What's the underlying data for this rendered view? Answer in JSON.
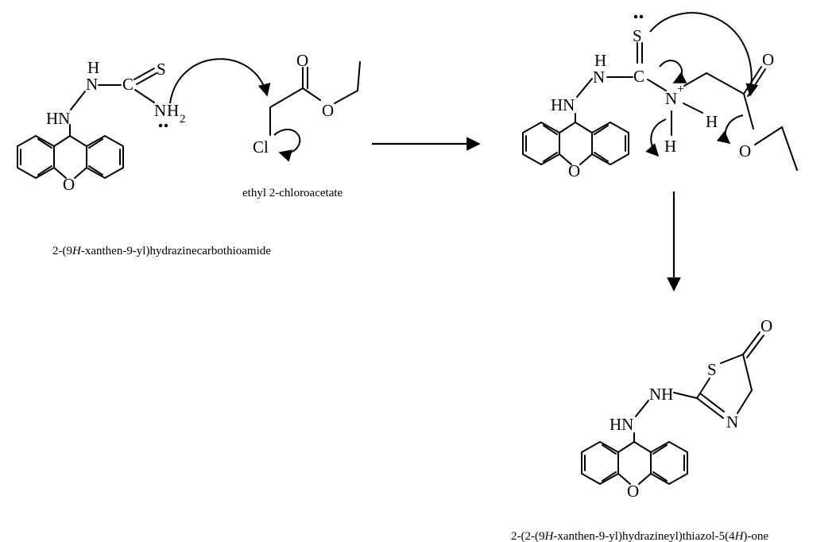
{
  "atoms": {
    "H": "H",
    "N": "N",
    "C": "C",
    "S": "S",
    "O": "O",
    "HN": "HN",
    "Cl": "Cl",
    "NH": "NH",
    "sub2": "2",
    "plus": "+"
  },
  "captions": {
    "reactant1_a": "2-(9",
    "reactant1_b": "H",
    "reactant1_c": "-xanthen-9-yl)hydrazinecarbothioamide",
    "reactant2": "ethyl 2-chloroacetate",
    "product_a": "2-(2-(9",
    "product_b": "H",
    "product_c": "-xanthen-9-yl)hydrazineyl)thiazol-5(4",
    "product_d": "H",
    "product_e": ")-one"
  }
}
